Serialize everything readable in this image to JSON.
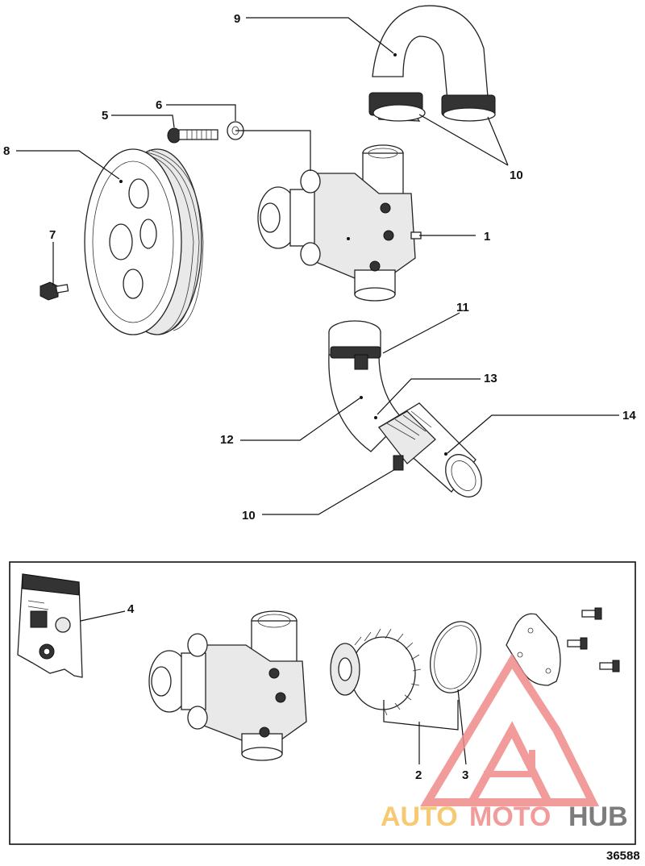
{
  "callouts": {
    "c1": "1",
    "c2": "2",
    "c3": "3",
    "c4": "4",
    "c5": "5",
    "c6": "6",
    "c7": "7",
    "c8": "8",
    "c9": "9",
    "c10a": "10",
    "c10b": "10",
    "c11": "11",
    "c12": "12",
    "c13": "13",
    "c14": "14"
  },
  "kit_box_label": "4",
  "figure_number": "36588",
  "watermark": {
    "part1": "AUTO",
    "part2": "MOTO",
    "part3": "HUB",
    "color_primary": "#f08a8a",
    "color_secondary": "#f6c05a",
    "color_tertiary": "#666666"
  }
}
